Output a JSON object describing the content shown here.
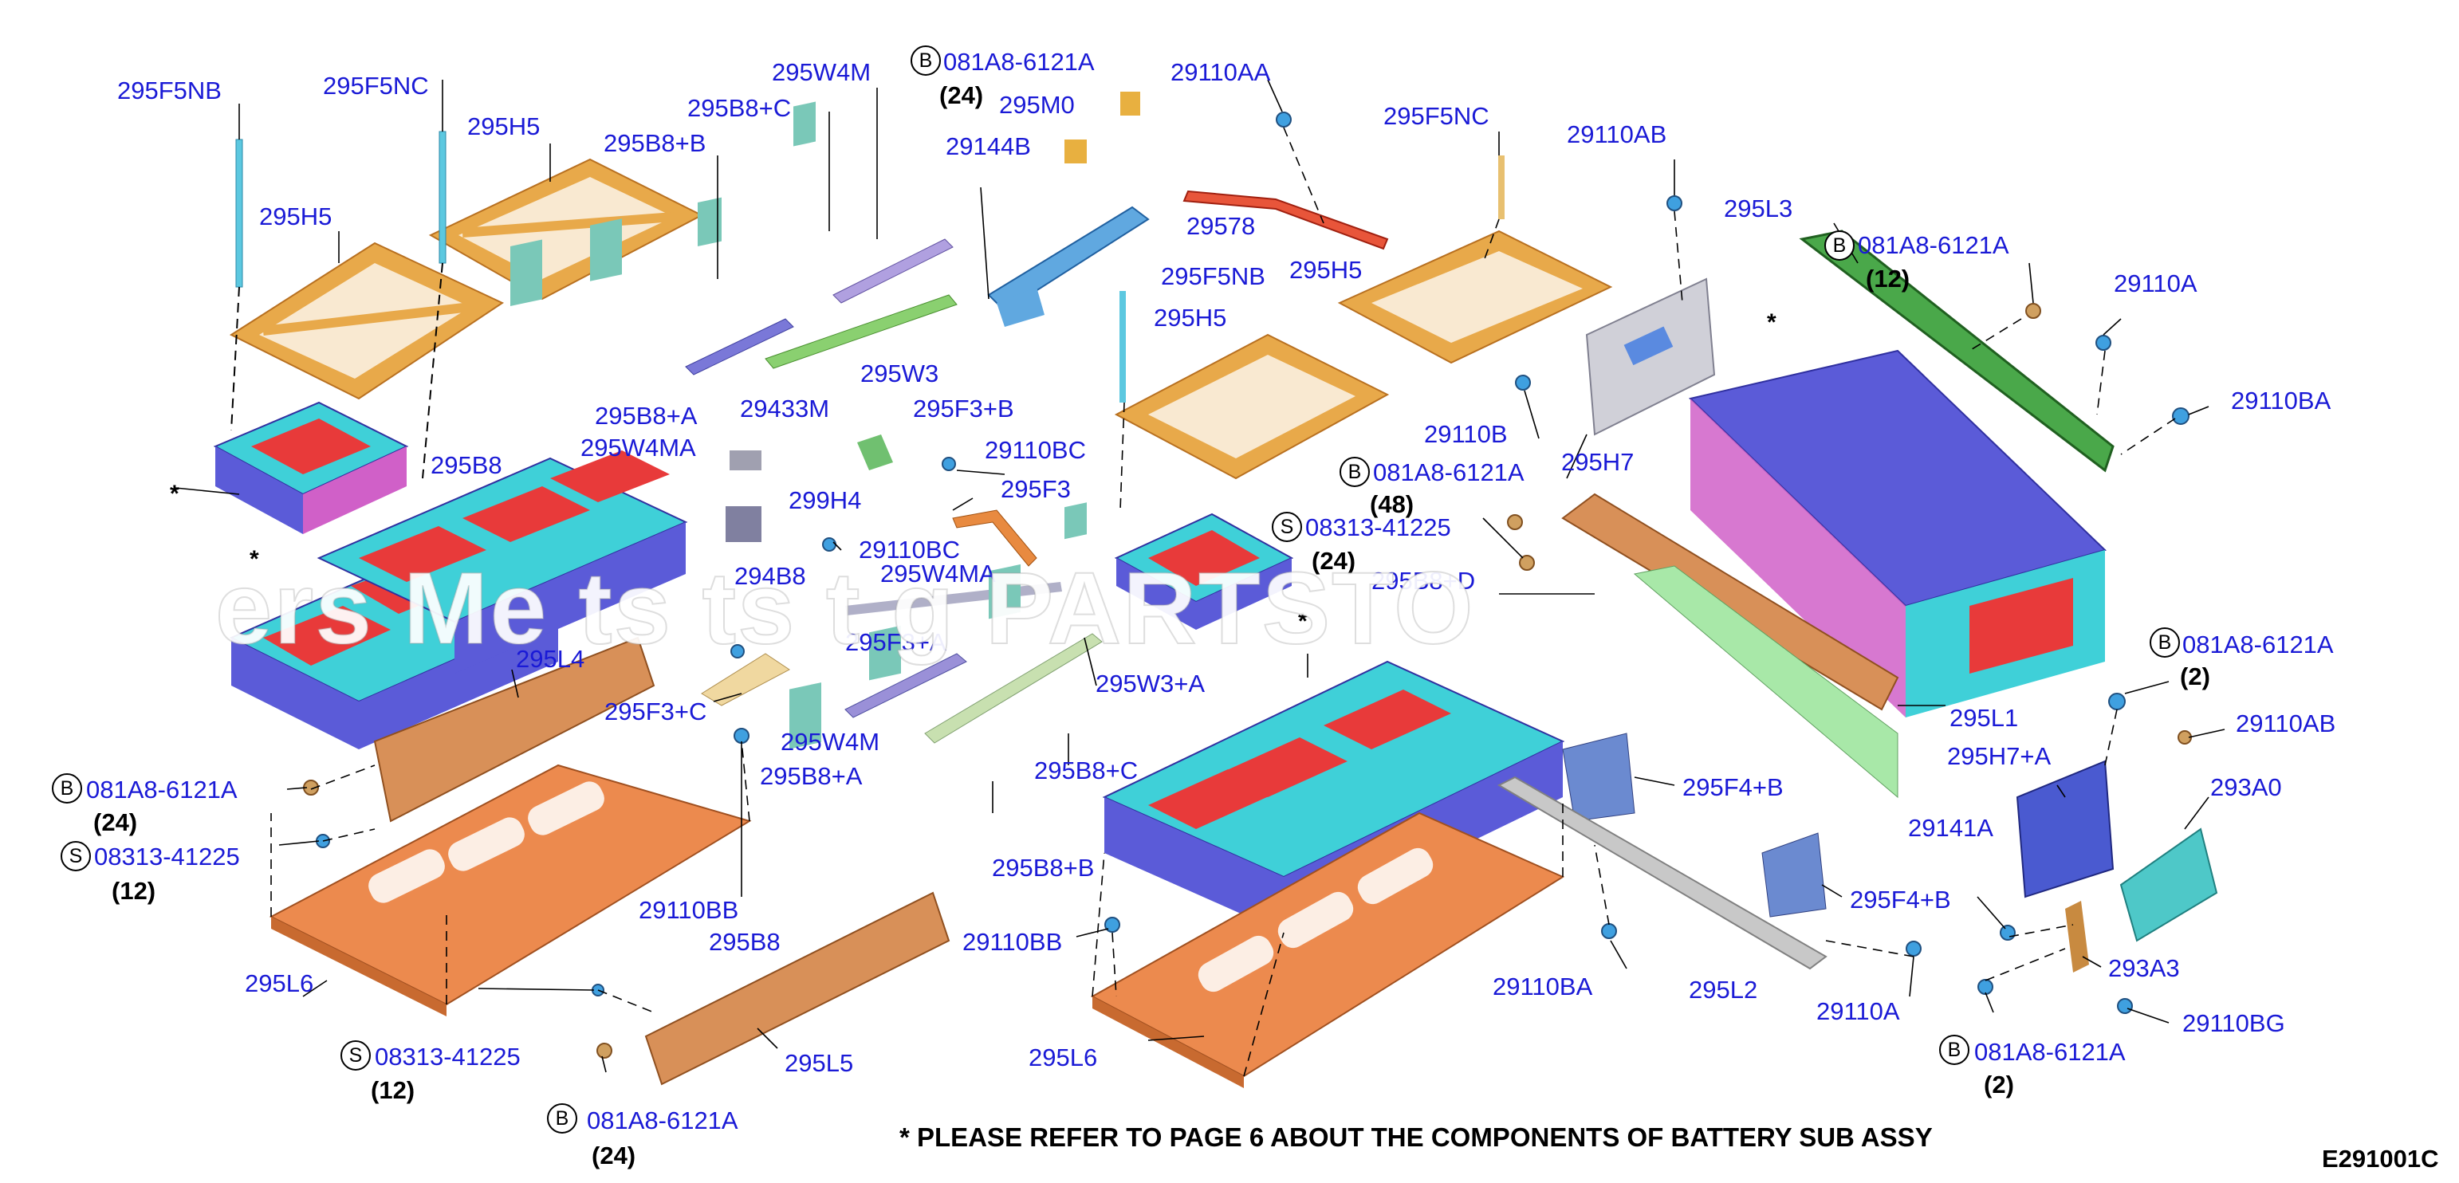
{
  "labels": {
    "l1": "295F5NB",
    "l2": "295F5NC",
    "l3": "295H5",
    "l4": "295H5",
    "l5": "295B8+B",
    "l6": "295B8+C",
    "l7": "295W4M",
    "l8": "081A8-6121A",
    "l9": "295M0",
    "l10": "29144B",
    "l11": "29110AA",
    "l12": "29578",
    "l13": "295F5NC",
    "l14": "29110AB",
    "l15": "295L3",
    "l16": "081A8-6121A",
    "l17": "29110A",
    "l18": "29110BA",
    "l19": "295F5NB",
    "l20": "295H5",
    "l21": "295H5",
    "l22": "295W3",
    "l23": "295F3+B",
    "l24": "295B8+A",
    "l25": "295W4MA",
    "l26": "29433M",
    "l27": "295B8",
    "l28": "29110BC",
    "l29": "295F3",
    "l30": "299H4",
    "l31": "29110B",
    "l32": "295H7",
    "l33": "081A8-6121A",
    "l34": "08313-41225",
    "l35": "29110BC",
    "l36": "295W4MA",
    "l37": "294B8",
    "l38": "295B8+D",
    "l39": "295F3+A",
    "l40": "295L4",
    "l41": "295F3+C",
    "l42": "295W3+A",
    "l43": "295W4M",
    "l44": "295B8+A",
    "l45": "295B8+C",
    "l46": "081A8-6121A",
    "l47": "08313-41225",
    "l48": "295B8+B",
    "l49": "295L1",
    "l50": "081A8-6121A",
    "l51": "29110AB",
    "l52": "295H7+A",
    "l53": "293A0",
    "l54": "295F4+B",
    "l55": "29141A",
    "l56": "295F4+B",
    "l57": "29110BB",
    "l58": "29110BB",
    "l59": "295B8",
    "l60": "293A3",
    "l61": "29110BG",
    "l62": "295L6",
    "l63": "29110BA",
    "l64": "295L2",
    "l65": "29110A",
    "l66": "08313-41225",
    "l67": "295L5",
    "l68": "295L6",
    "l69": "081A8-6121A",
    "l70": "081A8-6121A"
  },
  "quantities": {
    "q1": "(24)",
    "q2": "(12)",
    "q3": "(48)",
    "q4": "(24)",
    "q5": "(24)",
    "q6": "(12)",
    "q7": "(2)",
    "q8": "(12)",
    "q9": "(24)",
    "q10": "(2)"
  },
  "markers": {
    "bolt": "B",
    "screw": "S",
    "asterisk": "*"
  },
  "watermark": "ers Me    ts    ts       t    g PARTSTO",
  "footnote": "* PLEASE REFER TO PAGE 6 ABOUT THE COMPONENTS OF BATTERY SUB ASSY",
  "figure_id": "E291001C",
  "colors": {
    "label": "#1a1ad6",
    "bracket": "#e8a94a",
    "tray": "#ec8a4e",
    "module": "#5b5bd8",
    "module_top": "#3fd0d8",
    "module_core": "#e83a3a",
    "green_part": "#4aa84a",
    "green_light": "#a8e8a8",
    "gray_part": "#c8c8c8",
    "blue_part": "#6b8ad0",
    "teal_part": "#4ec8c8"
  }
}
